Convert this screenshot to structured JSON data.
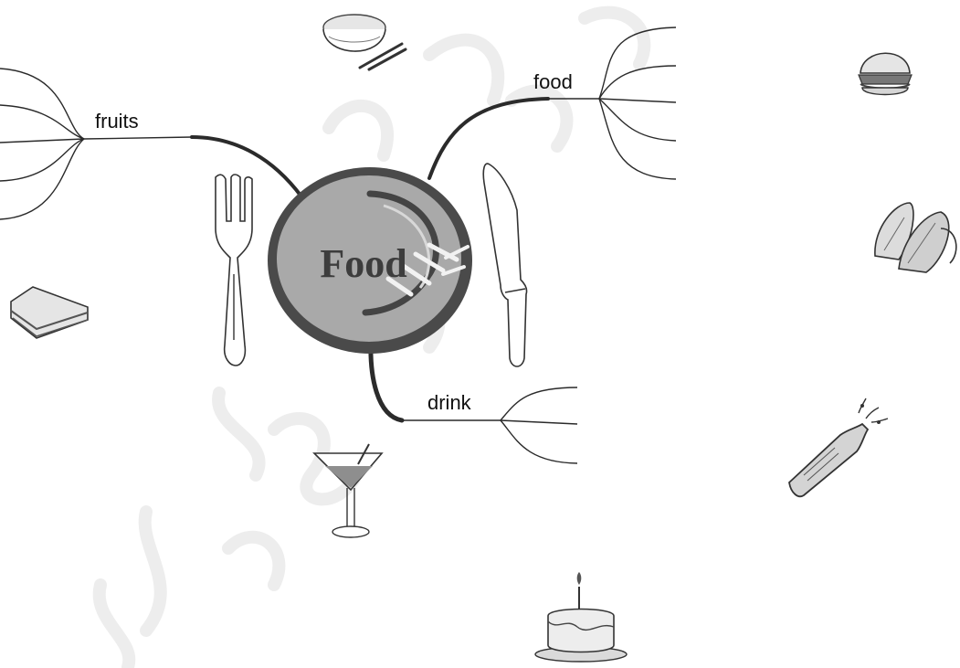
{
  "center": {
    "label": "Food"
  },
  "branches": {
    "fruits": {
      "label": "fruits"
    },
    "food": {
      "label": "food"
    },
    "drink": {
      "label": "drink"
    }
  },
  "icons": [
    "rice-bowl-chopsticks-icon",
    "hamburger-icon",
    "grilled-fish-icon",
    "champagne-bottle-icon",
    "sandwich-icon",
    "cocktail-glass-icon",
    "birthday-cake-icon",
    "fork-icon",
    "knife-icon"
  ],
  "colors": {
    "plate_rim": "#4a4a4a",
    "plate_center": "#a9a9a9",
    "line": "#2a2a2a"
  }
}
